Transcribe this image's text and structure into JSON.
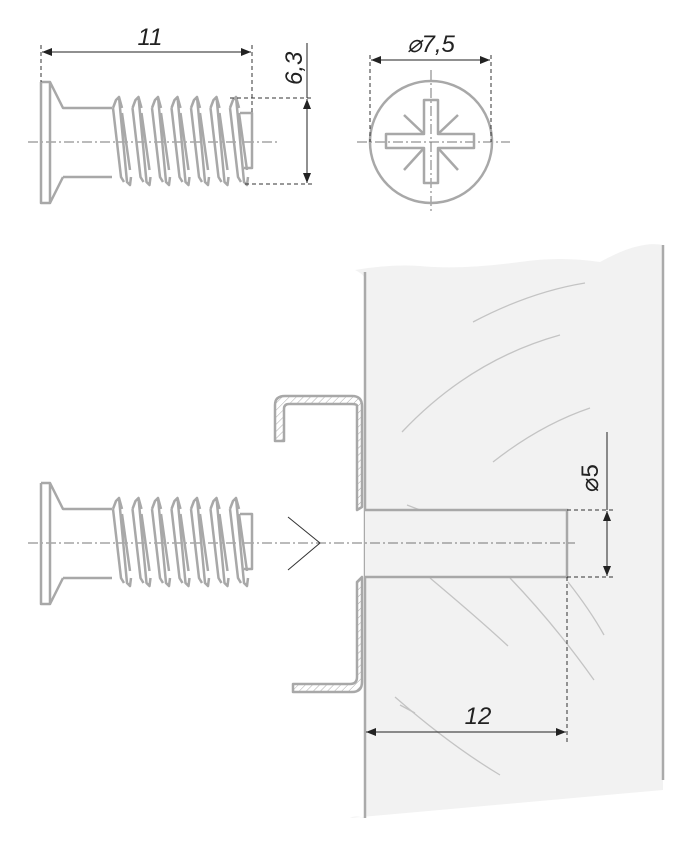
{
  "dimensions": {
    "length": "11",
    "thread_diameter": "6,3",
    "head_diameter": "⌀7,5",
    "hole_diameter": "⌀5",
    "hole_depth": "12"
  }
}
